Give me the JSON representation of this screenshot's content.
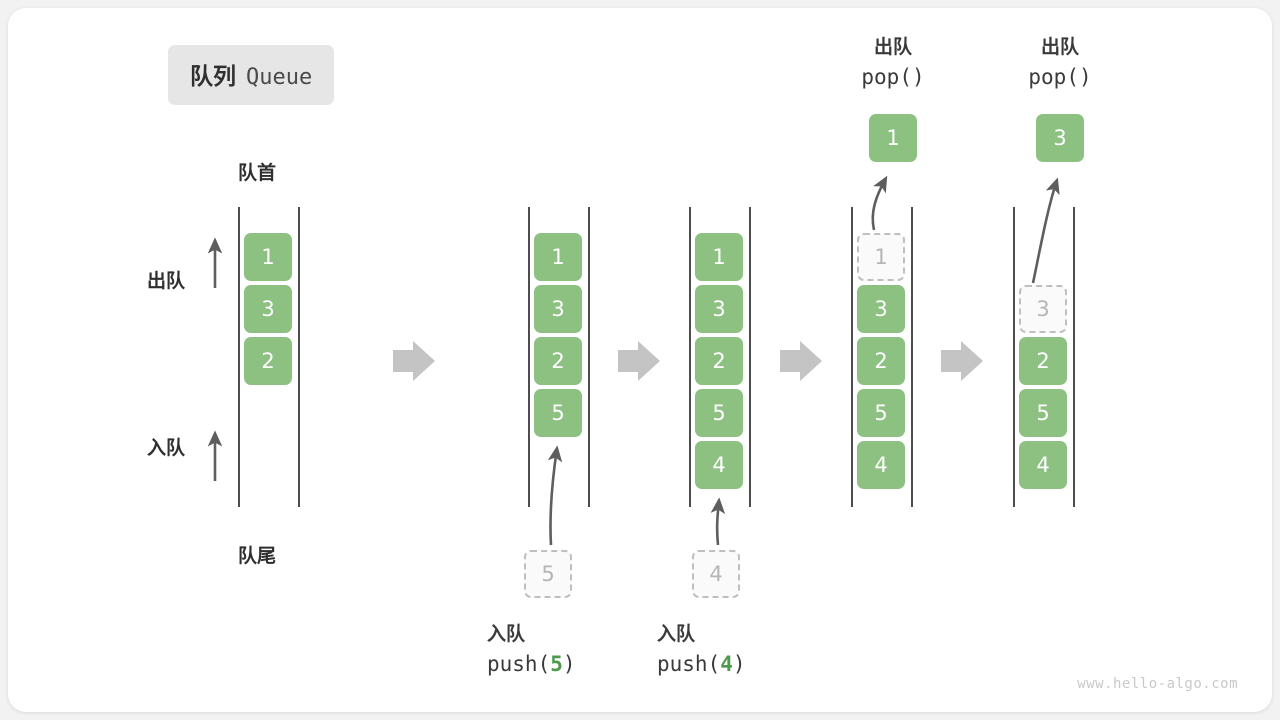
{
  "title": {
    "cn": "队列",
    "en": "Queue"
  },
  "labels": {
    "front": "队首",
    "rear": "队尾",
    "dequeue": "出队",
    "enqueue": "入队"
  },
  "watermark": "www.hello-algo.com",
  "colors": {
    "cell_green": "#8cc182",
    "ghost_border": "#bfbfbf",
    "arrow_gray": "#c4c4c4",
    "line_dark": "#4d4d4d",
    "accent_code": "#4c9a4c"
  },
  "operations": {
    "push5": {
      "cn": "入队",
      "code_prefix": "push(",
      "arg": "5",
      "code_suffix": ")"
    },
    "push4": {
      "cn": "入队",
      "code_prefix": "push(",
      "arg": "4",
      "code_suffix": ")"
    },
    "pop1": {
      "cn": "出队",
      "code": "pop()"
    },
    "pop2": {
      "cn": "出队",
      "code": "pop()"
    }
  },
  "stages": [
    {
      "name": "initial",
      "cells": [
        "1",
        "3",
        "2"
      ],
      "ghost": null,
      "popped": null
    },
    {
      "name": "after-push-5",
      "cells": [
        "1",
        "3",
        "2",
        "5"
      ],
      "ghost": "5",
      "popped": null
    },
    {
      "name": "after-push-4",
      "cells": [
        "1",
        "3",
        "2",
        "5",
        "4"
      ],
      "ghost": "4",
      "popped": null
    },
    {
      "name": "after-pop-1",
      "cells": [
        "3",
        "2",
        "5",
        "4"
      ],
      "ghost": "1",
      "popped": "1"
    },
    {
      "name": "after-pop-3",
      "cells": [
        "2",
        "5",
        "4"
      ],
      "ghost": "3",
      "popped": "3"
    }
  ]
}
